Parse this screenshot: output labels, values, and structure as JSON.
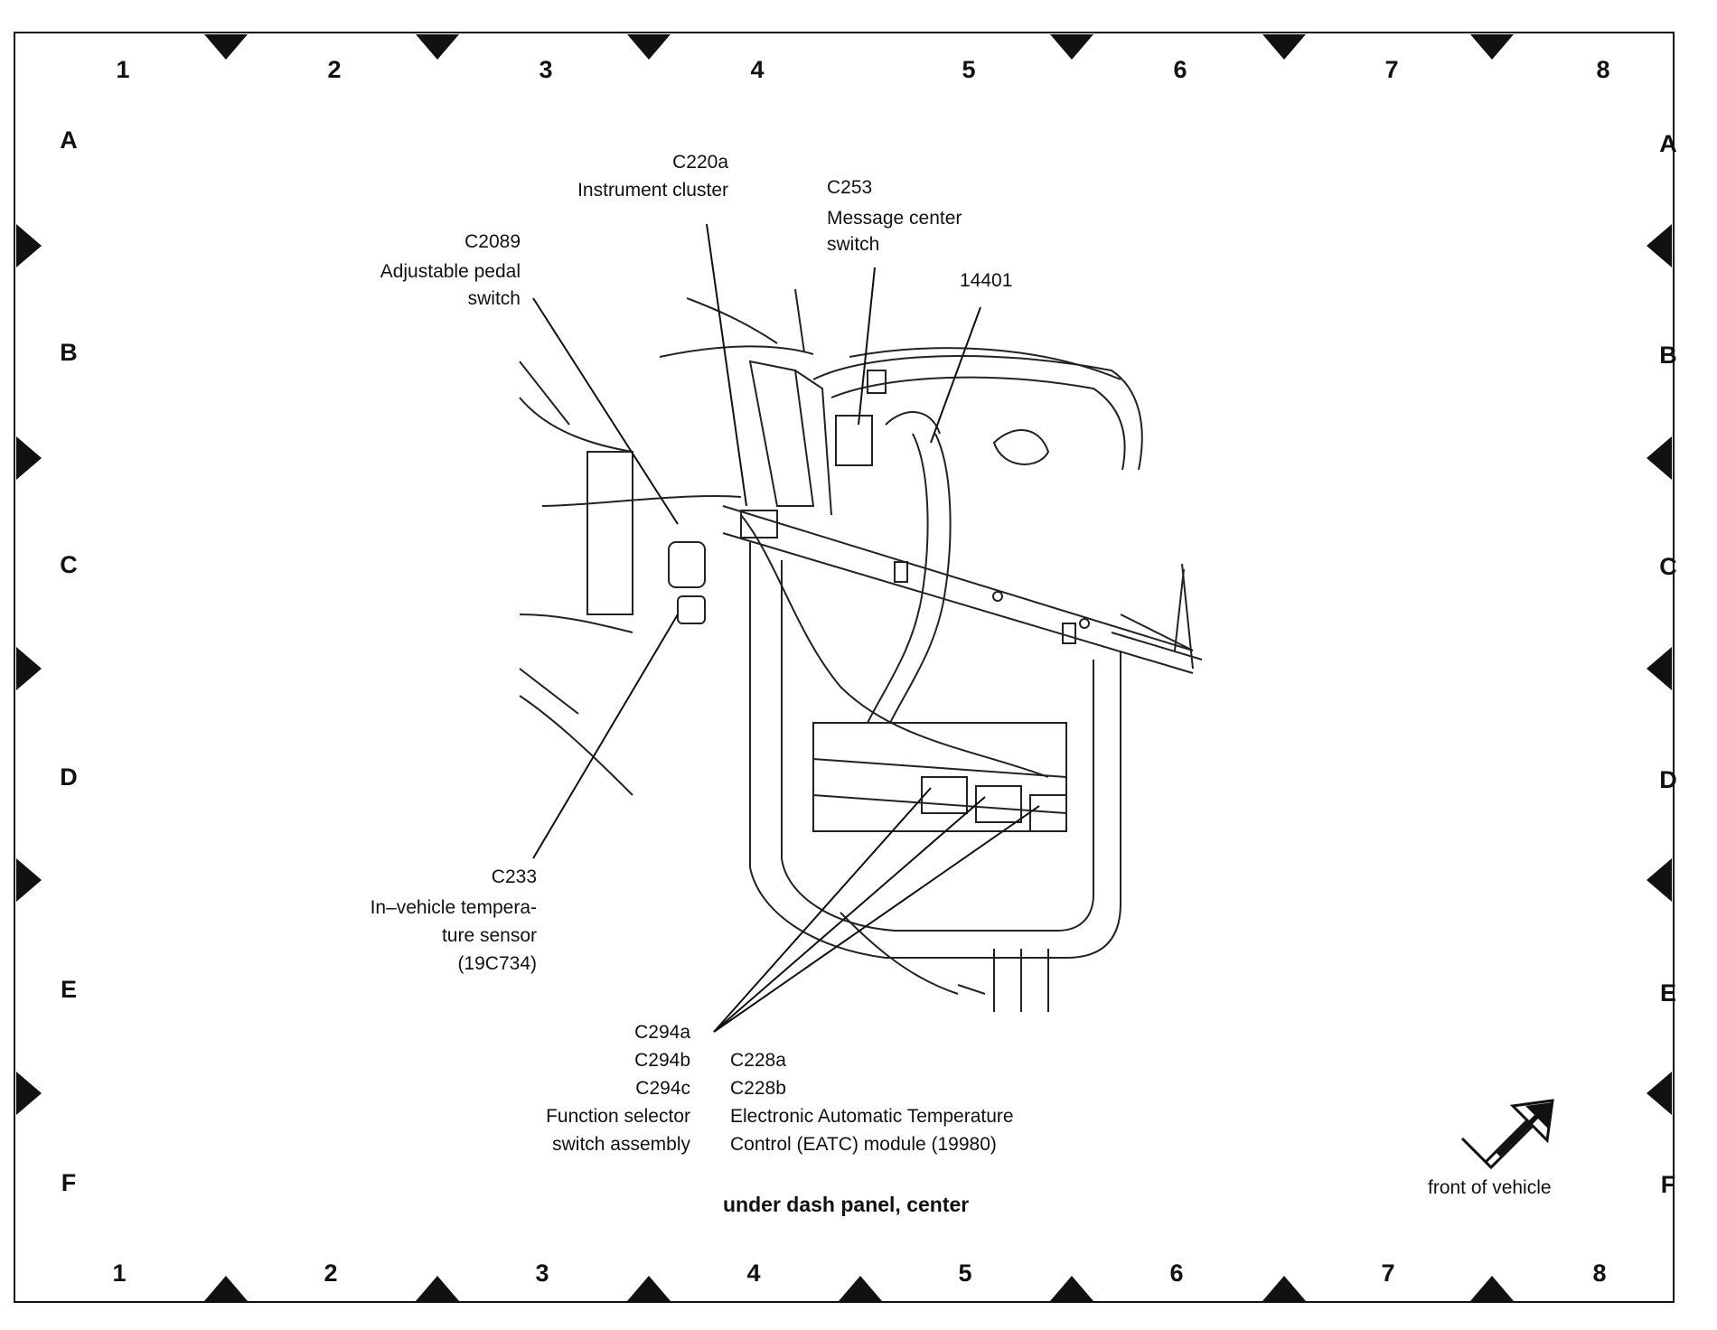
{
  "grid": {
    "columns": [
      "1",
      "2",
      "3",
      "4",
      "5",
      "6",
      "7",
      "8"
    ],
    "rows": [
      "A",
      "B",
      "C",
      "D",
      "E",
      "F"
    ]
  },
  "callouts": {
    "c220a": {
      "code": "C220a",
      "name": "Instrument cluster"
    },
    "c253": {
      "code": "C253",
      "line1": "Message center",
      "line2": "switch"
    },
    "c2089": {
      "code": "C2089",
      "line1": "Adjustable pedal",
      "line2": "switch"
    },
    "p14401": {
      "code": "14401"
    },
    "c233": {
      "code": "C233",
      "line1": "In–vehicle tempera-",
      "line2": "ture sensor",
      "line3": "(19C734)"
    },
    "c294": {
      "a": "C294a",
      "b": "C294b",
      "c": "C294c",
      "line1": "Function selector",
      "line2": "switch assembly"
    },
    "c228": {
      "a": "C228a",
      "b": "C228b",
      "line1": "Electronic Automatic Temperature",
      "line2": "Control (EATC) module (19980)"
    }
  },
  "caption": "under dash panel, center",
  "orientation": {
    "label": "front of vehicle",
    "icon": "front-arrow-icon"
  }
}
